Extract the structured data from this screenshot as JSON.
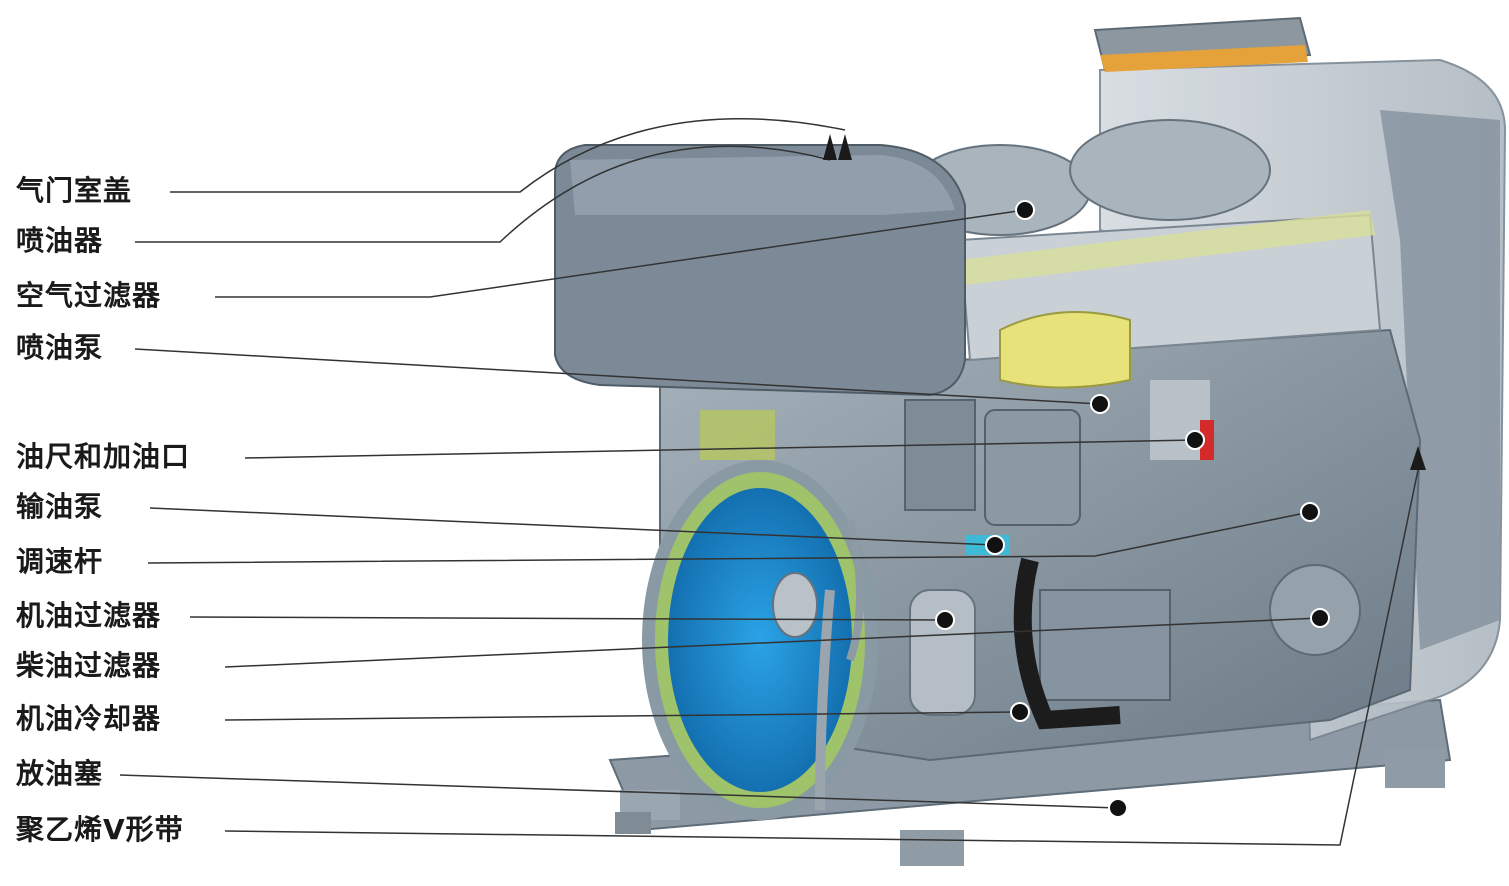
{
  "labels": [
    "气门室盖",
    "喷油器",
    "空气过滤器",
    "喷油泵",
    "油尺和加油口",
    "输油泵",
    "调速杆",
    "机油过滤器",
    "柴油过滤器",
    "机油冷却器",
    "放油塞",
    "聚乙烯V形带"
  ],
  "colors": {
    "housing": "#7d8c98",
    "flywheel": "#1e8fd0",
    "flywheel_ring": "#9fc36a",
    "leader_line": "#333333",
    "grille": "#e6a23a"
  }
}
